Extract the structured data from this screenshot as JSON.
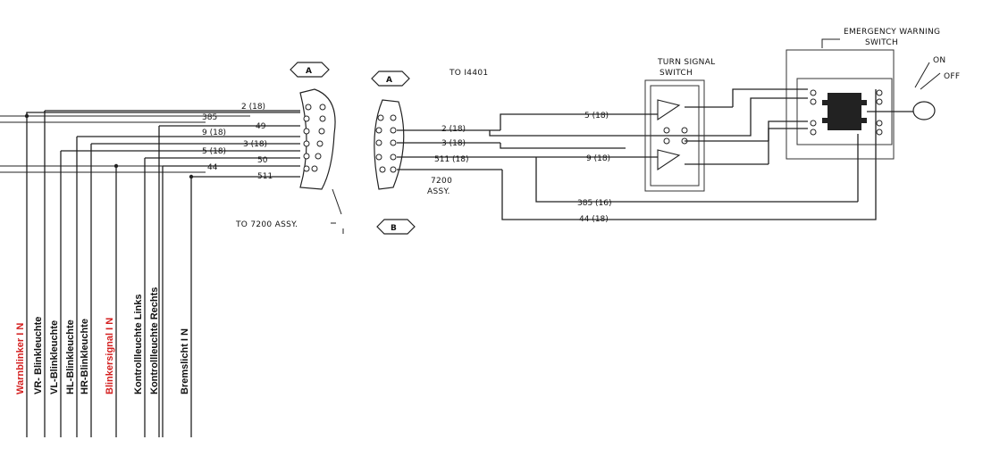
{
  "connectors": {
    "a_left": "A",
    "a_right": "A",
    "b_bottom": "B"
  },
  "labels": {
    "to_7200_assy": "TO 7200 ASSY.",
    "to_14401": "TO I4401",
    "assy_7200_line1": "7200",
    "assy_7200_line2": "ASSY.",
    "turn_signal_line1": "TURN SIGNAL",
    "turn_signal_line2": "SWITCH",
    "emergency_line1": "EMERGENCY WARNING",
    "emergency_line2": "SWITCH",
    "on": "ON",
    "off": "OFF"
  },
  "left_wires": [
    "2 (18)",
    "385",
    "49",
    "9 (18)",
    "3 (18)",
    "5 (18)",
    "50",
    "44",
    "511"
  ],
  "mid_wires": [
    "2 (18)",
    "3 (18)",
    "511 (18)"
  ],
  "right_wires": [
    "5 (18)",
    "9 (18)",
    "385 (16)",
    "44 (18)"
  ],
  "vertical_labels": [
    {
      "text": "Warnblinker  I N",
      "color": "#d42020"
    },
    {
      "text": "VR- Blinkleuchte",
      "color": "#111111"
    },
    {
      "text": "VL-Blinkleuchte",
      "color": "#111111"
    },
    {
      "text": "HL-Blinkleuchte",
      "color": "#111111"
    },
    {
      "text": "HR-Blinkleuchte",
      "color": "#111111"
    },
    {
      "text": "Blinkersignal  I N",
      "color": "#d42020"
    },
    {
      "text": "Kontrollleuchte Links",
      "color": "#111111"
    },
    {
      "text": "Kontrollleuchte Rechts",
      "color": "#111111"
    },
    {
      "text": "Bremslicht I N",
      "color": "#111111"
    }
  ]
}
